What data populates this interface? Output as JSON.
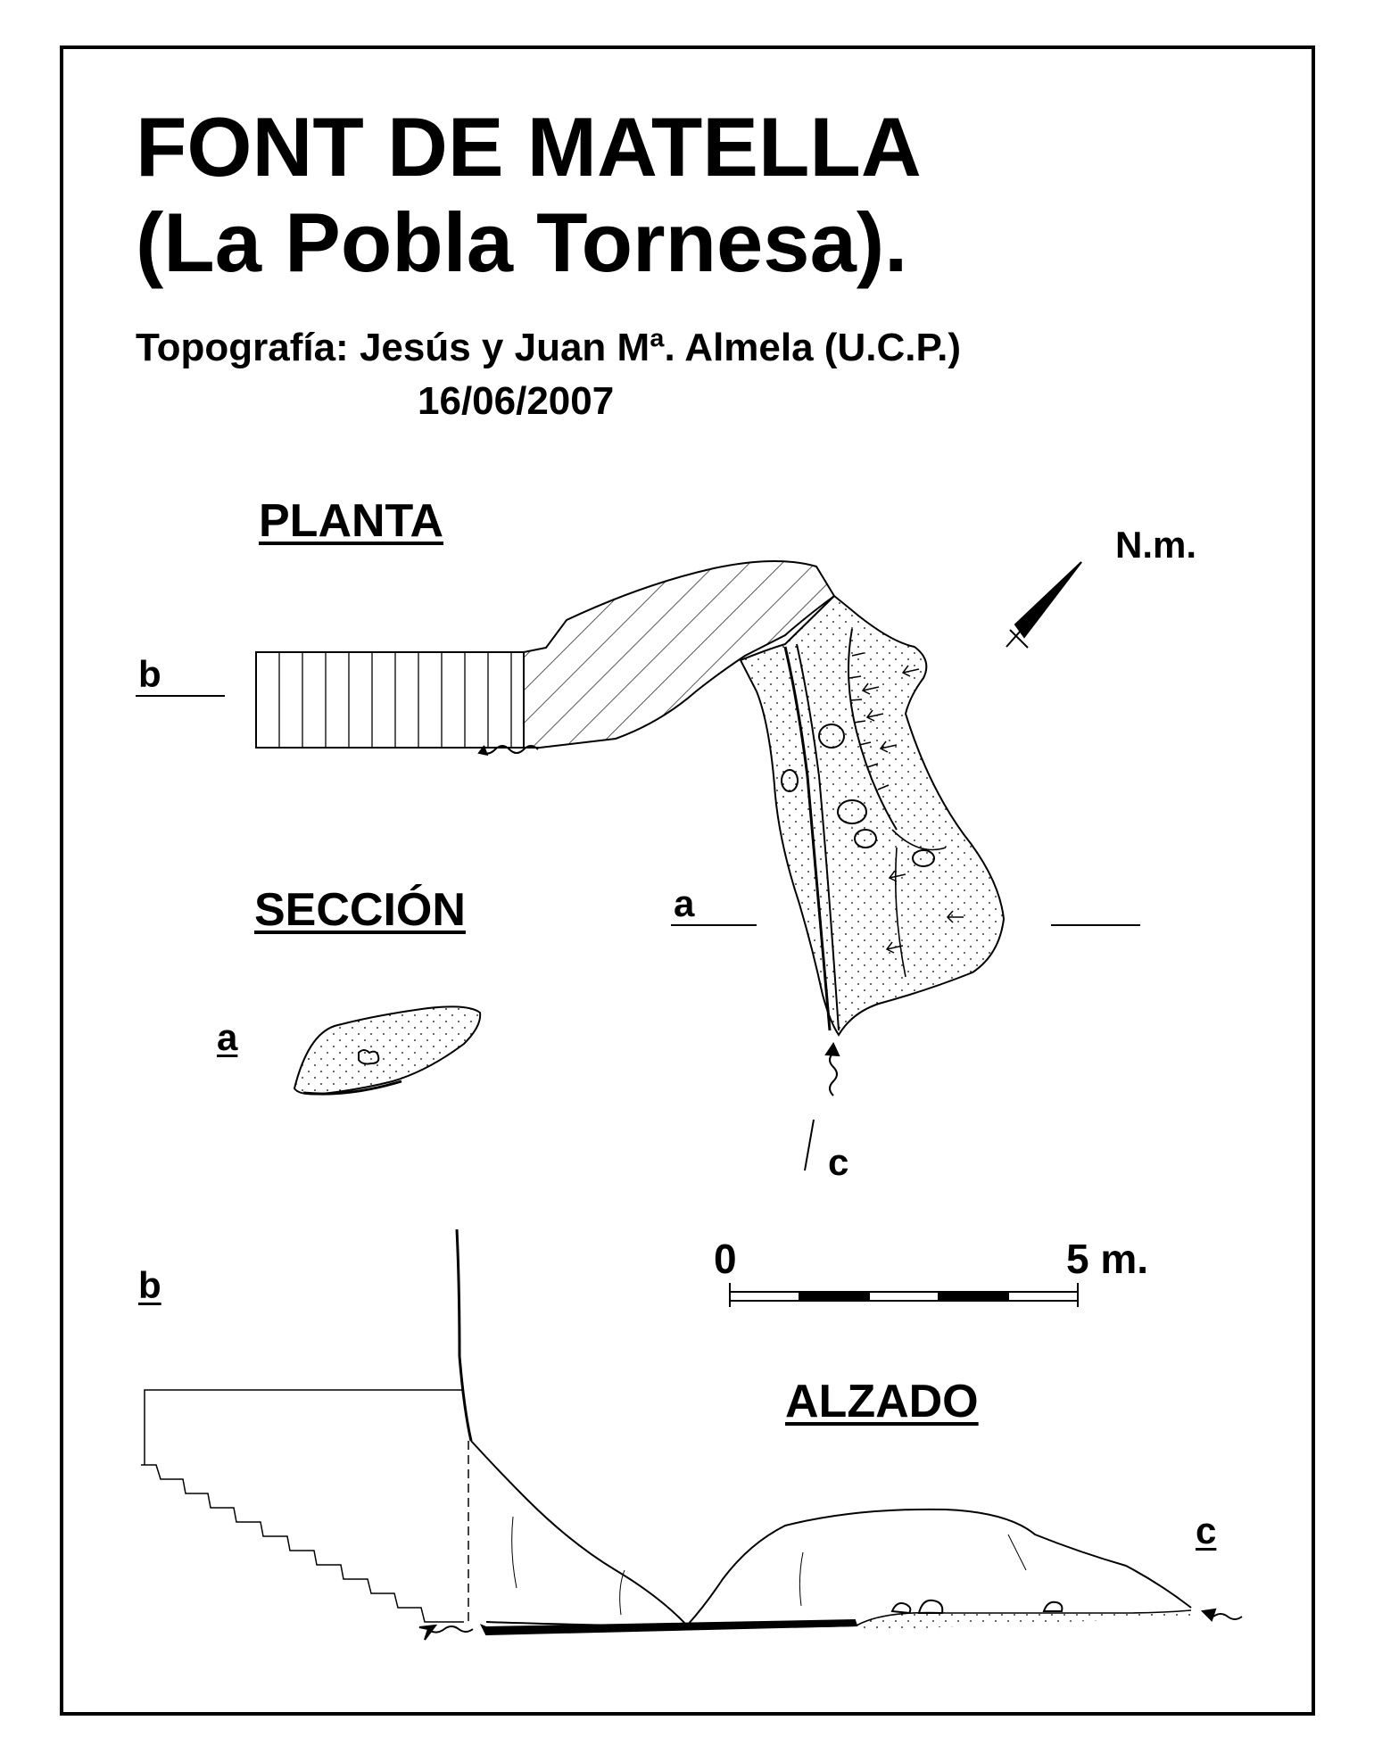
{
  "title": {
    "line1": "FONT DE MATELLA",
    "line2": "(La Pobla Tornesa)."
  },
  "credits": {
    "topography": "Topografía:  Jesús  y  Juan Mª. Almela  (U.C.P.)",
    "date": "16/06/2007"
  },
  "views": {
    "plan": "PLANTA",
    "section": "SECCIÓN",
    "elevation": "ALZADO"
  },
  "north": {
    "label": "N.m."
  },
  "section_labels": {
    "b_plan": "b",
    "a_plan": "a",
    "a_section": "a",
    "c_plan": "c",
    "b_elev": "b",
    "c_elev": "c"
  },
  "scale_bar": {
    "start": "0",
    "end": "5 m."
  },
  "colors": {
    "ink": "#000000",
    "paper": "#ffffff"
  }
}
